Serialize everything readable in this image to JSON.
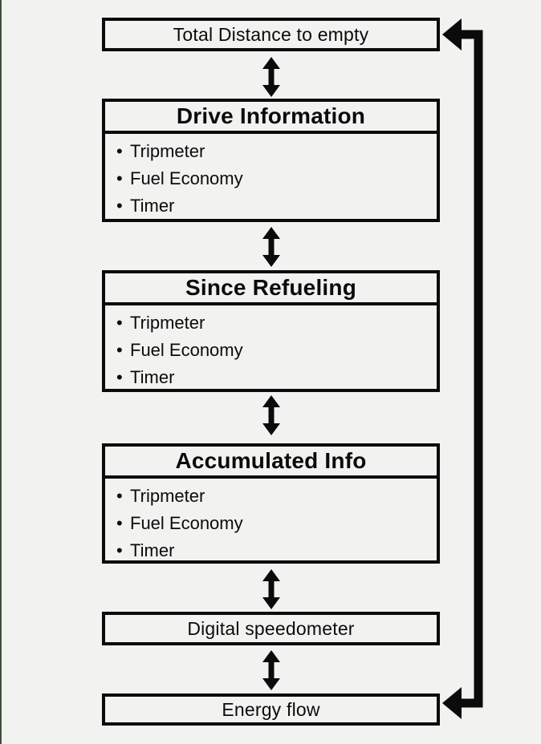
{
  "colors": {
    "background": "#f2f3f1",
    "ink": "#0b0b0b",
    "left_edge_line": "#41503e"
  },
  "bullet_glyph": "•",
  "diagram": {
    "description_boxes_order_top_to_bottom": true,
    "boxes": [
      {
        "kind": "simple",
        "label": "Total Distance to empty"
      },
      {
        "kind": "titled",
        "title": "Drive Information",
        "items": [
          "Tripmeter",
          "Fuel Economy",
          "Timer"
        ]
      },
      {
        "kind": "titled",
        "title": "Since Refueling",
        "items": [
          "Tripmeter",
          "Fuel Economy",
          "Timer"
        ]
      },
      {
        "kind": "titled",
        "title": "Accumulated Info",
        "items": [
          "Tripmeter",
          "Fuel Economy",
          "Timer"
        ]
      },
      {
        "kind": "simple",
        "label": "Digital speedometer"
      },
      {
        "kind": "simple",
        "label": "Energy flow"
      }
    ],
    "connectors": {
      "between_boxes": "double-headed vertical arrows",
      "loop": "line from Energy flow up right side back into Total Distance to empty"
    }
  }
}
